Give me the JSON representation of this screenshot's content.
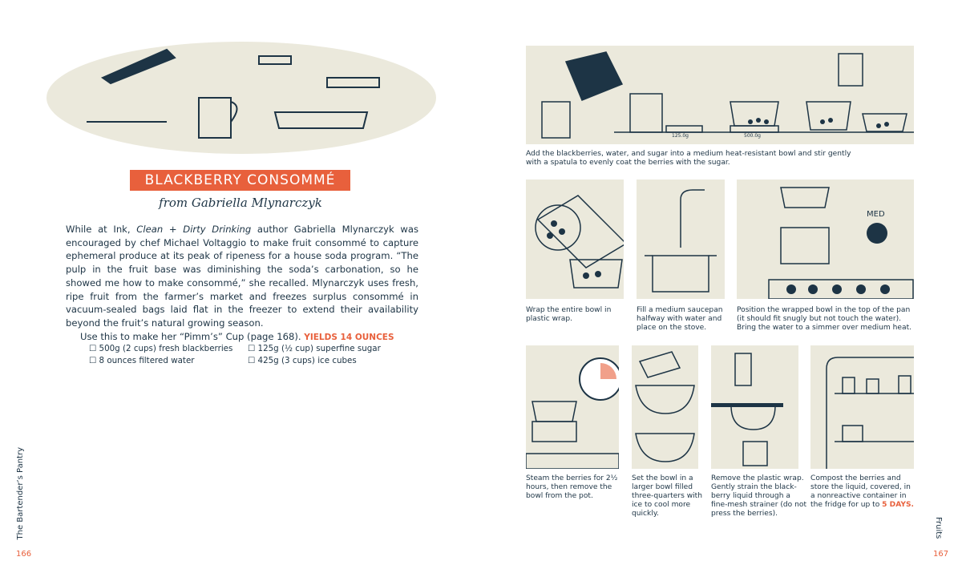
{
  "left_page": {
    "title": "BLACKBERRY CONSOMMÉ",
    "byline": "from Gabriella Mlynarczyk",
    "intro_1": "While at Ink, ",
    "intro_book": "Clean + Dirty Drinking",
    "intro_2": " author Gabriella Mlynarczyk was encouraged by chef Michael Voltaggio to make fruit consommé to capture ephemeral produce at its peak of ripeness for a house soda program. “The pulp in the fruit base was diminishing the soda’s carbonation, so he showed me how to make consommé,” she recalled. Mlynarczyk uses fresh, ripe fruit from the farmer’s market and freezes surplus consommé in vacuum-sealed bags laid flat in the freezer to extend their availability beyond the fruit’s natural growing season.",
    "use_note": "Use this to make her “Pimm’s” Cup (page 168).",
    "yields": "YIELDS 14 OUNCES",
    "ingredients": [
      "500g (2 cups) fresh blackberries",
      "8 ounces filtered water",
      "125g (½ cup) superfine sugar",
      "425g (3 cups) ice cubes"
    ],
    "running_head": "The Bartender’s Pantry",
    "page_number": "166"
  },
  "right_page": {
    "scale_labels": [
      "125.0g",
      "500.0g"
    ],
    "heat_label": "MED",
    "steps": [
      "Add the blackberries, water, and sugar into a medium heat-resistant bowl and stir gently with a spatula to evenly coat the berries with the sugar.",
      "Wrap the entire bowl in plastic wrap.",
      "Fill a medium saucepan halfway with water and place on the stove.",
      "Position the wrapped bowl in the top of the pan (it should fit snugly but not touch the water). Bring the water to a simmer over medium heat.",
      "Steam the berries for 2½ hours, then remove the bowl from the pot.",
      "Set the bowl in a larger bowl filled three-quarters with ice to cool more quickly.",
      "Remove the plastic wrap. Gently strain the black-berry liquid through a fine-mesh strainer (do not press the berries).",
      "Compost the berries and store the liquid, covered, in a nonreactive container in the fridge for up to "
    ],
    "last_step_highlight": "5 DAYS.",
    "running_head": "Fruits",
    "page_number": "167"
  },
  "colors": {
    "accent": "#e8603c",
    "ink": "#1d3445",
    "panel": "#ebe9dc"
  }
}
